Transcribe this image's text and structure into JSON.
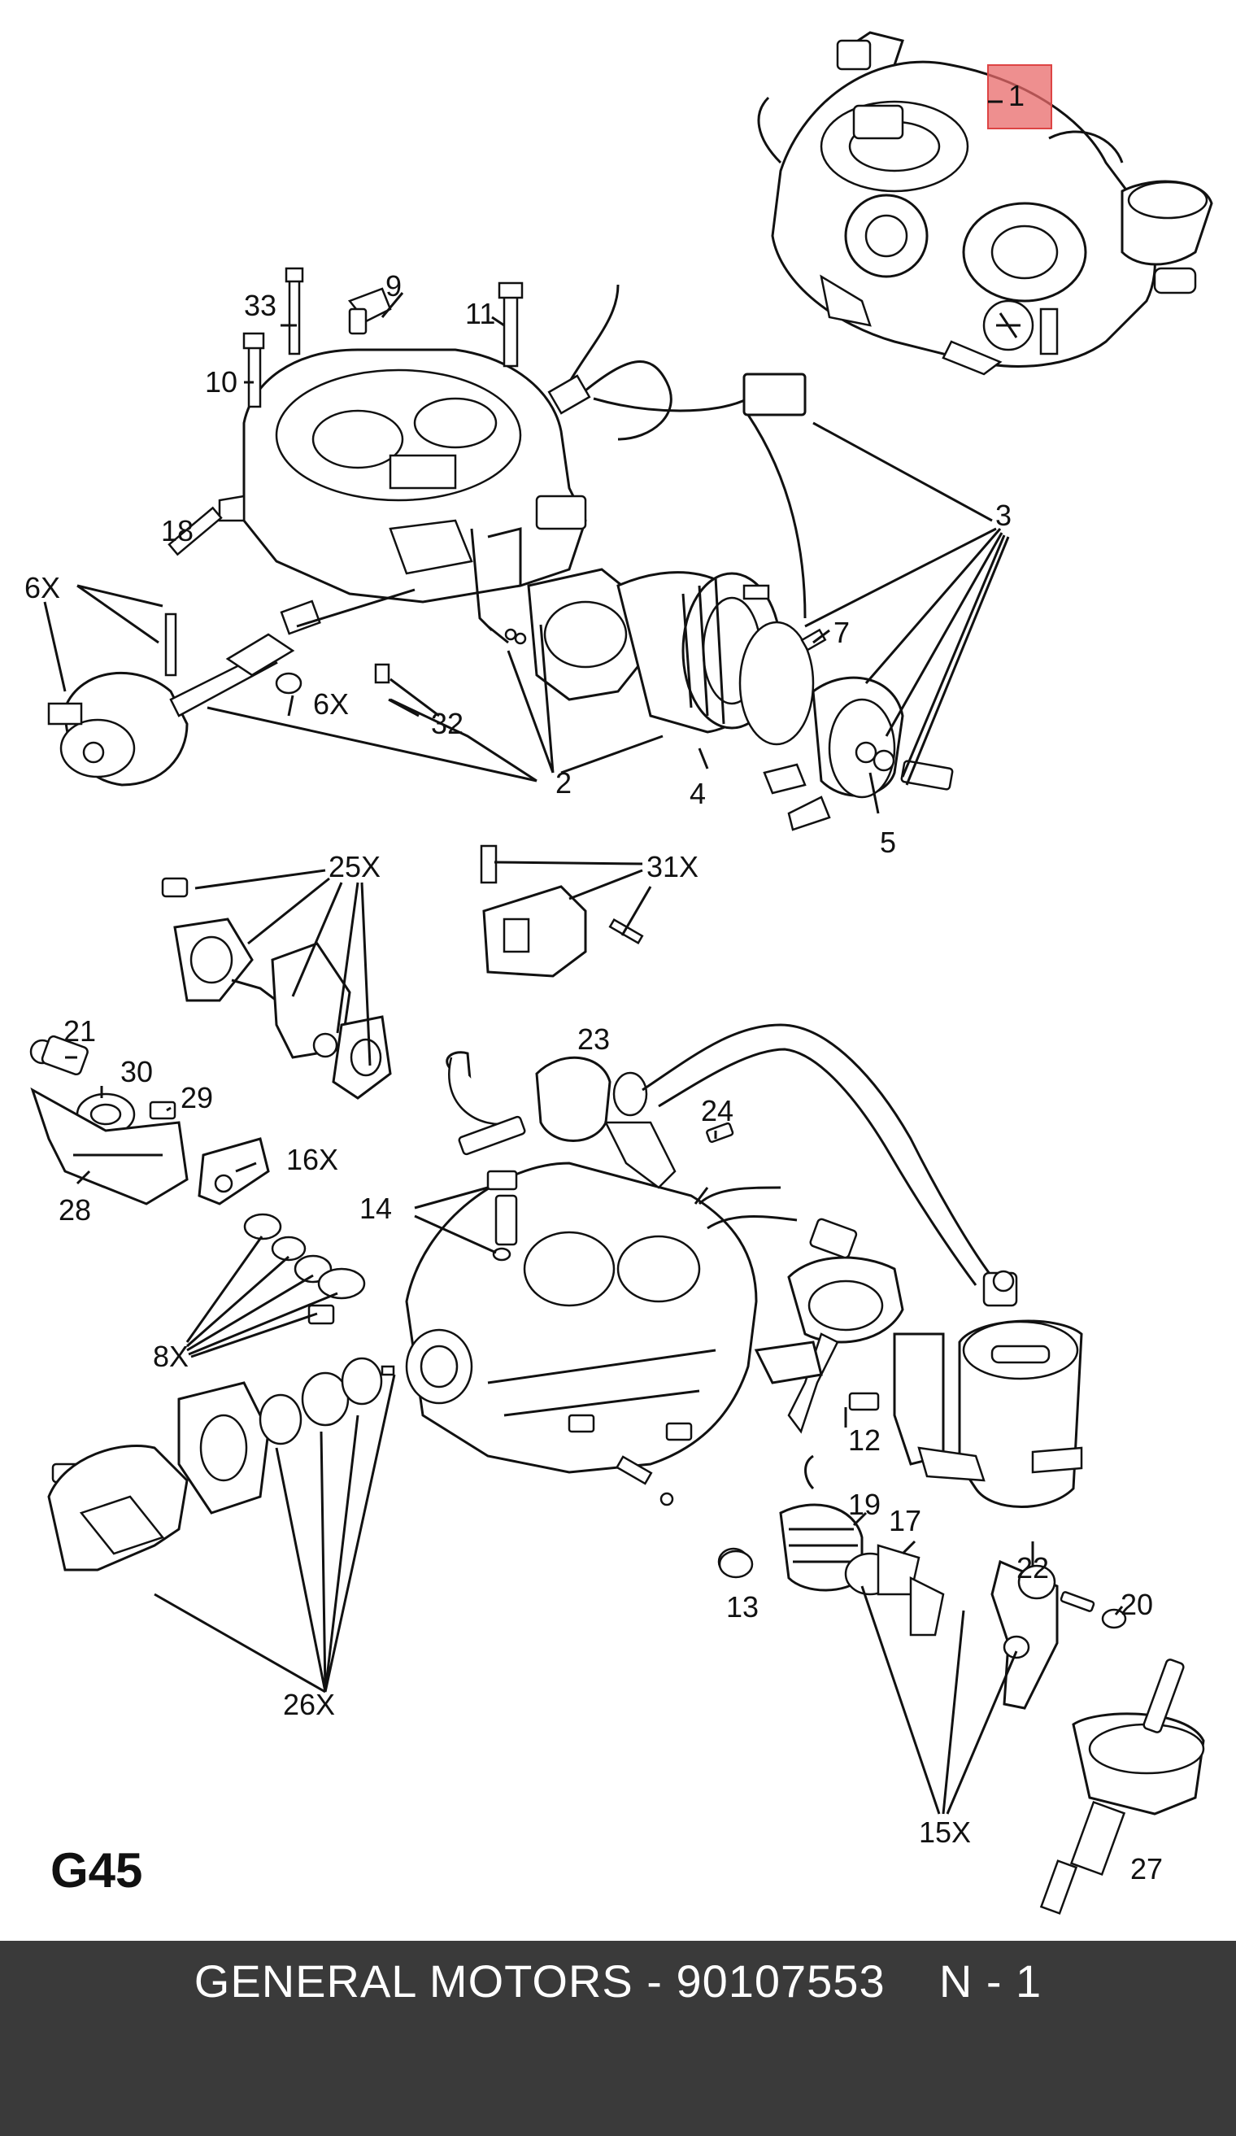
{
  "diagram": {
    "page_code": "G45",
    "callouts": [
      "1",
      "2",
      "3",
      "4",
      "5",
      "6X",
      "6X",
      "7",
      "8X",
      "9",
      "10",
      "11",
      "12",
      "13",
      "14",
      "15X",
      "16X",
      "17",
      "18",
      "19",
      "20",
      "21",
      "22",
      "23",
      "24",
      "25X",
      "26X",
      "27",
      "28",
      "29",
      "30",
      "31X",
      "32",
      "33"
    ],
    "highlight_color": "#e86a6a"
  },
  "footer": {
    "text": "GENERAL MOTORS - 90107553    N - 1",
    "background": "#3a3a3a",
    "text_color": "#ffffff"
  }
}
